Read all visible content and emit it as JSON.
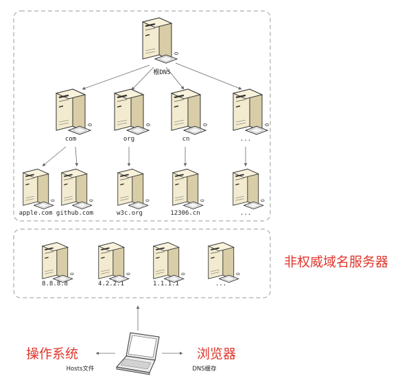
{
  "root": {
    "label": "根DNS"
  },
  "tlds": [
    {
      "id": "com",
      "label": "com"
    },
    {
      "id": "org",
      "label": "org"
    },
    {
      "id": "cn",
      "label": "cn"
    },
    {
      "id": "more",
      "label": "..."
    }
  ],
  "authoritative": [
    {
      "id": "apple",
      "label": "apple.com",
      "parent": "com"
    },
    {
      "id": "github",
      "label": "github.com",
      "parent": "com"
    },
    {
      "id": "w3c",
      "label": "w3c.org",
      "parent": "org"
    },
    {
      "id": "n12306",
      "label": "12306.cn",
      "parent": "cn"
    },
    {
      "id": "more2",
      "label": "...",
      "parent": "more"
    }
  ],
  "resolvers": [
    {
      "id": "r1",
      "label": "8.8.8.8"
    },
    {
      "id": "r2",
      "label": "4.2.2.1"
    },
    {
      "id": "r3",
      "label": "1.1.1.1"
    },
    {
      "id": "r4",
      "label": "..."
    }
  ],
  "resolvers_title": "非权威域名服务器",
  "client": {
    "left_title": "操作系统",
    "left_caption": "Hosts文件",
    "right_title": "浏览器",
    "right_caption": "DNS缓存"
  },
  "colors": {
    "server_body": "#f3ebcf",
    "server_side": "#d8cda7",
    "accent_text": "#e0362c",
    "panel_border": "#9a9a9a"
  }
}
